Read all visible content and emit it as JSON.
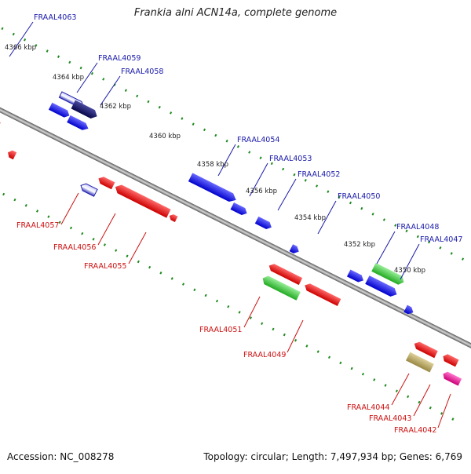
{
  "title": "Frankia alni ACN14a, complete genome",
  "footer": {
    "accession": "Accession: NC_008278",
    "summary": "Topology: circular; Length: 7,497,934 bp; Genes: 6,769"
  },
  "colors": {
    "backbone": "#8a8a8a",
    "forward_label": "#1a1aaa",
    "reverse_label": "#cc1111",
    "tick": "#1f8a1f",
    "feature_blue": "#1515ee",
    "feature_navy": "#10106a",
    "feature_red": "#ee1111",
    "feature_green": "#33cc33",
    "feature_cyan": "#11bbcc",
    "feature_khaki": "#bbaa66",
    "feature_magenta": "#ee1188"
  },
  "kbp_labels": [
    "4366 kbp",
    "4364 kbp",
    "4362 kbp",
    "4360 kbp",
    "4358 kbp",
    "4356 kbp",
    "4354 kbp",
    "4352 kbp",
    "4350 kbp"
  ],
  "forward_genes": [
    "FRAAL4063",
    "FRAAL4059",
    "FRAAL4058",
    "FRAAL4054",
    "FRAAL4053",
    "FRAAL4052",
    "FRAAL4050",
    "FRAAL4048",
    "FRAAL4047"
  ],
  "reverse_genes": [
    "FRAAL4057",
    "FRAAL4056",
    "FRAAL4055",
    "FRAAL4051",
    "FRAAL4049",
    "FRAAL4044",
    "FRAAL4043",
    "FRAAL4042"
  ]
}
